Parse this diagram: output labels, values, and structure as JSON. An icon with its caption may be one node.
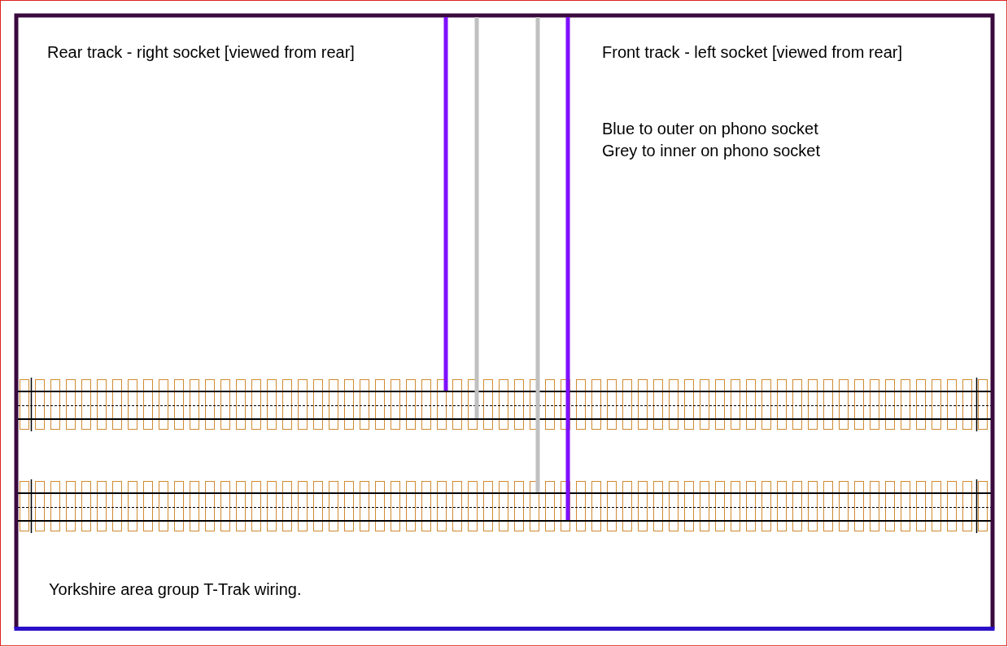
{
  "diagram": {
    "nodes": [
      {
        "text": [],
        "shape": "picture"
      },
      {
        "text": [],
        "shape": "bar",
        "in": 0
      },
      {
        "text": [],
        "shape": "bar",
        "in": 0
      },
      {
        "text": [],
        "shape": "picture"
      },
      {
        "text": [],
        "shape": "bar",
        "in": 3
      },
      {
        "text": [],
        "shape": "bar",
        "in": 3
      }
    ],
    "edges": [
      {
        "from": null,
        "to": 1,
        "arrow": "none",
        "color": "#7f0fff"
      },
      {
        "from": null,
        "to": 2,
        "arrow": "none",
        "color": "#c0c0c0"
      },
      {
        "from": null,
        "to": 4,
        "arrow": "none",
        "color": "#c0c0c0"
      },
      {
        "from": null,
        "to": 5,
        "arrow": "none",
        "color": "#7f0fff"
      }
    ],
    "labels": [
      "Rear track - right socket [viewed from rear]",
      "Front track - left socket [viewed from rear]",
      "Blue to outer on phono socket",
      "Grey to inner on phono socket",
      "Yorkshire area group T-Trak wiring."
    ]
  }
}
